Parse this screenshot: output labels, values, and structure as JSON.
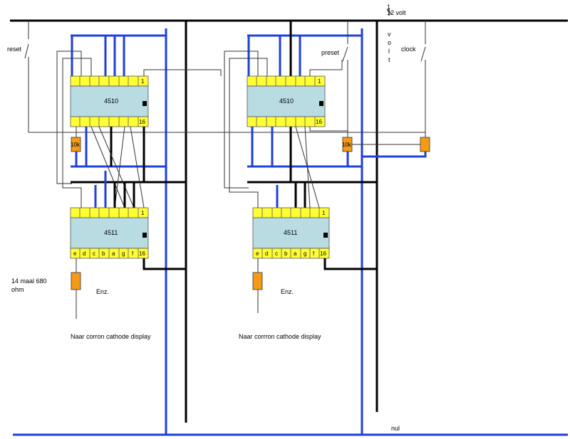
{
  "labels": {
    "supply_top": "1",
    "supply_voltage": "12 volt",
    "supply_vertical": [
      "v",
      "o",
      "l",
      "t"
    ],
    "reset": "reset",
    "preset": "preset",
    "clock": "clock",
    "ground": "nul",
    "resistor_note_line1": "14 maal   680",
    "resistor_note_line2": "ohm"
  },
  "stages": [
    {
      "counter_chip": "4510",
      "counter_pin_1": "1",
      "counter_pin_16": "16",
      "pullup_resistor": "10k",
      "decoder_chip": "4511",
      "decoder_pin_1": "1",
      "decoder_outputs": [
        "e",
        "d",
        "c",
        "b",
        "a",
        "g",
        "f",
        "16"
      ],
      "continuation": "Enz.",
      "display_note": "Naar corron cathode display"
    },
    {
      "counter_chip": "4510",
      "counter_pin_1": "1",
      "counter_pin_16": "16",
      "pullup_resistor": "10k",
      "decoder_chip": "4511",
      "decoder_pin_1": "1",
      "decoder_outputs": [
        "e",
        "d",
        "c",
        "b",
        "a",
        "g",
        "f",
        "16"
      ],
      "continuation": "Enz.",
      "display_note": "Naar corrron cathode display"
    }
  ],
  "colors": {
    "rail": "#000000",
    "blue_wire": "#1f3fdc",
    "thin_wire": "#333333",
    "chip_body": "#b8dce2",
    "chip_pins": "#ffff33",
    "resistor": "#f59a14"
  }
}
